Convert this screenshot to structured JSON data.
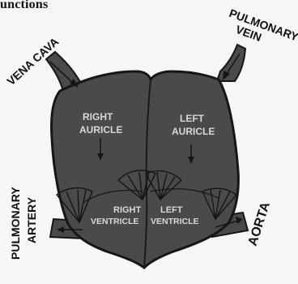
{
  "heading": "unctions",
  "labels": {
    "vena_cava": "VENA CAVA",
    "pulmonary": "PULMONARY",
    "vein": "VEIN",
    "right": "RIGHT",
    "auricle_right": "AURICLE",
    "left": "LEFT",
    "auricle_left": "AURICLE",
    "right_ventricle_1": "RIGHT",
    "right_ventricle_2": "VENTRICLE",
    "left_ventricle_1": "LEFT",
    "left_ventricle_2": "VENTRICLE",
    "pulmonary_artery_1": "PULMONARY",
    "pulmonary_artery_2": "ARTERY",
    "aorta": "AORTA"
  },
  "colors": {
    "heart_fill": "#4a4a4a",
    "outline": "#161616",
    "label_ink": "#111111",
    "inner_label": "#d8d8d8",
    "background": "#f6f6f6"
  }
}
